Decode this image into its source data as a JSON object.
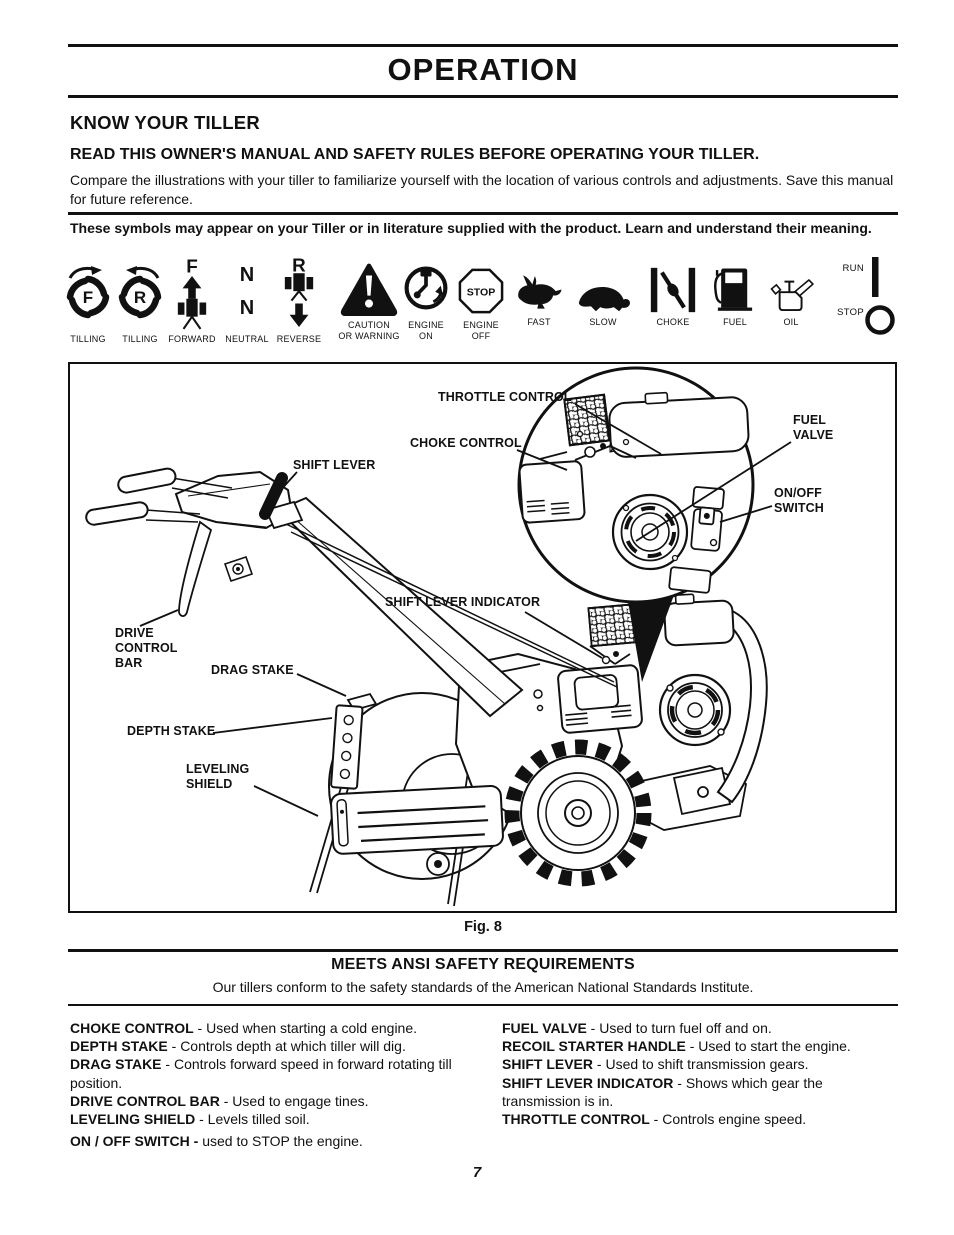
{
  "header": {
    "title": "OPERATION"
  },
  "intro": {
    "heading": "KNOW YOUR TILLER",
    "subheading": "READ THIS OWNER'S MANUAL AND SAFETY RULES BEFORE OPERATING YOUR TILLER.",
    "body": "Compare the illustrations with your tiller to familiarize yourself with the location of various controls and adjustments. Save this manual for future reference.",
    "symbols_note": "These symbols  may appear on your Tiller or in literature supplied with the product.  Learn and understand their meaning."
  },
  "symbols": {
    "items": [
      {
        "label": "TILLING",
        "letter": "F"
      },
      {
        "label": "TILLING",
        "letter": "R"
      },
      {
        "label": "FORWARD",
        "letter": "F"
      },
      {
        "label": "NEUTRAL",
        "letter_top": "N",
        "letter_bottom": "N"
      },
      {
        "label": "REVERSE",
        "letter": "R"
      },
      {
        "label": "CAUTION\nOR WARNING"
      },
      {
        "label": "ENGINE\nON"
      },
      {
        "label": "ENGINE\nOFF",
        "sign_text": "STOP"
      },
      {
        "label": "FAST"
      },
      {
        "label": "SLOW"
      },
      {
        "label": "CHOKE"
      },
      {
        "label": "FUEL"
      },
      {
        "label": "OIL"
      },
      {
        "run_label": "RUN",
        "stop_label": "STOP"
      }
    ]
  },
  "figure": {
    "caption": "Fig. 8",
    "callouts": {
      "throttle_control": "THROTTLE CONTROL",
      "choke_control": "CHOKE CONTROL",
      "fuel_valve": "FUEL\nVALVE",
      "shift_lever": "SHIFT LEVER",
      "on_off_switch": "ON/OFF\nSWITCH",
      "shift_lever_indicator": "SHIFT LEVER INDICATOR",
      "drive_control_bar": "DRIVE\nCONTROL\nBAR",
      "drag_stake": "DRAG STAKE",
      "depth_stake": "DEPTH STAKE",
      "leveling_shield": "LEVELING\nSHIELD"
    }
  },
  "ansi": {
    "heading": "MEETS ANSI SAFETY REQUIREMENTS",
    "body": "Our tillers conform to the safety standards of the American National Standards Institute."
  },
  "definitions": {
    "left": [
      {
        "term": "CHOKE CONTROL",
        "desc": " - Used  when starting a cold engine."
      },
      {
        "term": "DEPTH STAKE",
        "desc": " - Controls depth at which tiller will dig."
      },
      {
        "term": "DRAG STAKE",
        "desc": " - Controls forward speed in forward rotating till position."
      },
      {
        "term": "DRIVE CONTROL BAR",
        "desc": " - Used to engage tines."
      },
      {
        "term": "LEVELING SHIELD",
        "desc": " - Levels tilled soil."
      },
      {
        "term": "ON / OFF SWITCH -",
        "desc": " used to STOP the engine."
      }
    ],
    "right": [
      {
        "term": "FUEL VALVE",
        "desc": " - Used to turn fuel off and on."
      },
      {
        "term": "RECOIL STARTER HANDLE",
        "desc": " - Used to start the engine."
      },
      {
        "term": "SHIFT LEVER",
        "desc": " - Used to shift transmission gears."
      },
      {
        "term": "SHIFT LEVER INDICATOR",
        "desc": " - Shows which gear the transmission is in."
      },
      {
        "term": "THROTTLE CONTROL",
        "desc": " - Controls engine speed."
      }
    ]
  },
  "page": {
    "number": "7"
  }
}
